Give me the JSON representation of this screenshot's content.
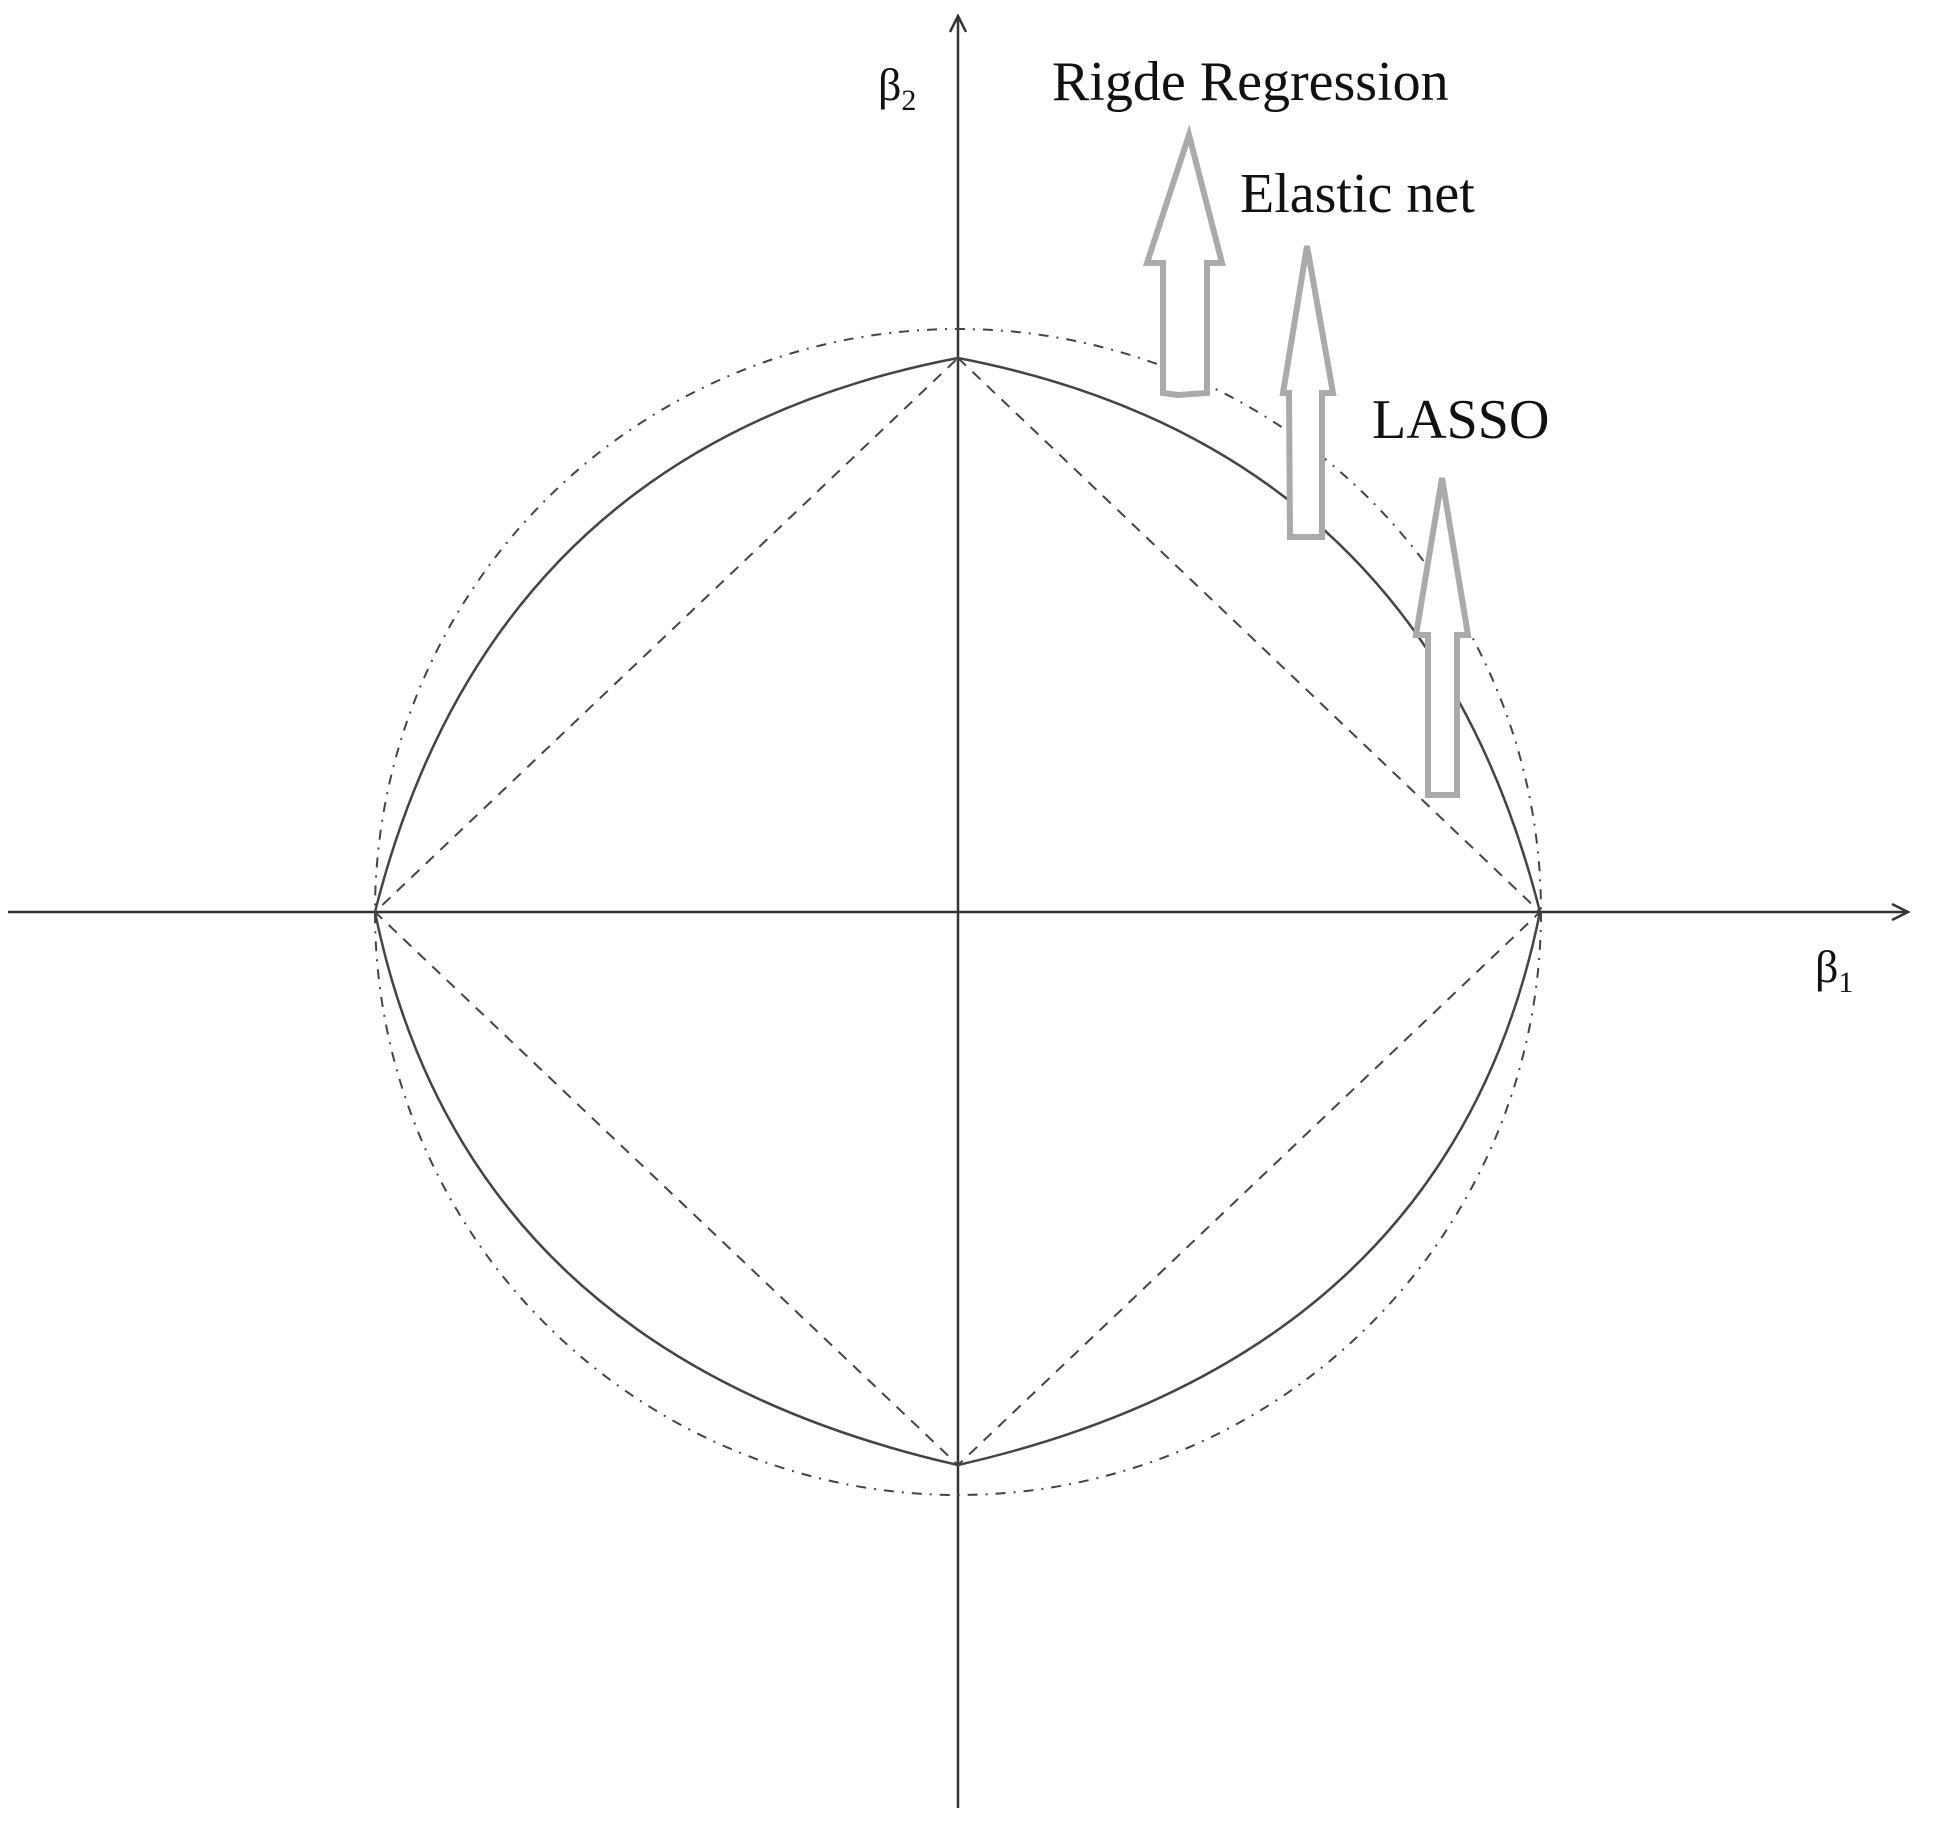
{
  "axes": {
    "x_symbol": "β",
    "x_subscript": "1",
    "y_symbol": "β",
    "y_subscript": "2"
  },
  "methods": [
    {
      "key": "ridge",
      "label": "Rigde Regression",
      "constraint": "circle",
      "line_style": "dash-dot"
    },
    {
      "key": "elastic",
      "label": "Elastic net",
      "constraint": "curved diamond",
      "line_style": "solid"
    },
    {
      "key": "lasso",
      "label": "LASSO",
      "constraint": "diamond",
      "line_style": "dashed"
    }
  ],
  "colors": {
    "axis": "#333333",
    "curve": "#444444",
    "arrow": "#aaaaaa",
    "background": "#ffffff"
  }
}
